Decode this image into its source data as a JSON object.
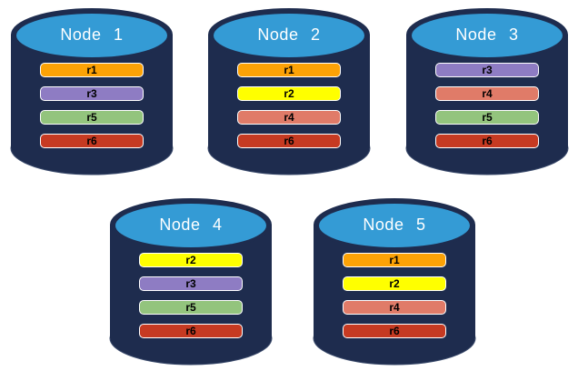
{
  "diagram": {
    "colors": {
      "background": "#FFFFFF",
      "navy": "#1E2C4E",
      "navy_edge": "#3A4A6B",
      "blue": "#349BD5",
      "title": "#FFFFFF",
      "bar_border": "#FFFFFF",
      "bar_text": "#000000"
    },
    "replica_colors": {
      "r1": "#FCA206",
      "r2": "#FFFF00",
      "r3": "#8E7CC3",
      "r4": "#E07B68",
      "r5": "#93C47D",
      "r6": "#C63A22"
    },
    "nodes": [
      {
        "title": "Node 1",
        "replicas": [
          "r1",
          "r3",
          "r5",
          "r6"
        ]
      },
      {
        "title": "Node 2",
        "replicas": [
          "r1",
          "r2",
          "r4",
          "r6"
        ]
      },
      {
        "title": "Node 3",
        "replicas": [
          "r3",
          "r4",
          "r5",
          "r6"
        ]
      },
      {
        "title": "Node 4",
        "replicas": [
          "r2",
          "r3",
          "r5",
          "r6"
        ]
      },
      {
        "title": "Node 5",
        "replicas": [
          "r1",
          "r2",
          "r4",
          "r6"
        ]
      }
    ]
  }
}
